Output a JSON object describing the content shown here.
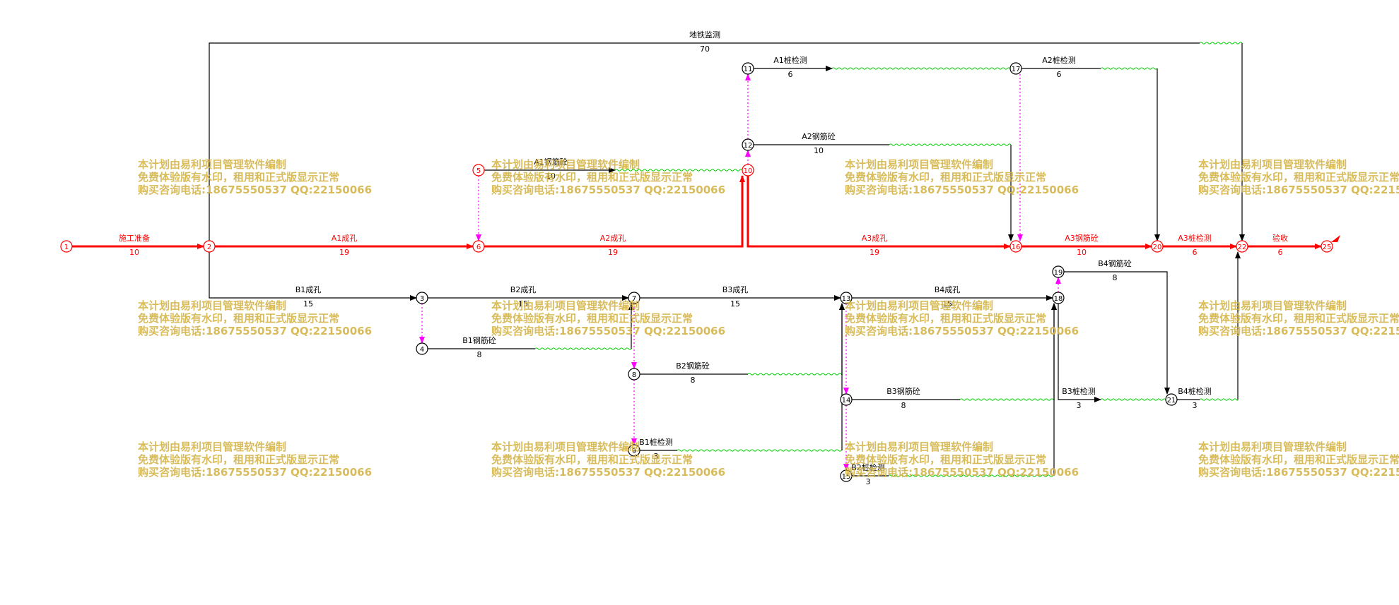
{
  "diagram": {
    "type": "double-code network plan",
    "colors": {
      "critical": "#ff0000",
      "normal": "#000000",
      "dummy": "#ff00ff",
      "float": "#00cc00",
      "watermark": "#d4b54a"
    },
    "nodes": [
      {
        "id": "1",
        "critical": true
      },
      {
        "id": "2",
        "critical": true
      },
      {
        "id": "3"
      },
      {
        "id": "4"
      },
      {
        "id": "5",
        "critical": true
      },
      {
        "id": "6",
        "critical": true
      },
      {
        "id": "7"
      },
      {
        "id": "8"
      },
      {
        "id": "9"
      },
      {
        "id": "10",
        "critical": true
      },
      {
        "id": "11"
      },
      {
        "id": "12"
      },
      {
        "id": "13"
      },
      {
        "id": "14"
      },
      {
        "id": "15"
      },
      {
        "id": "16",
        "critical": true
      },
      {
        "id": "17"
      },
      {
        "id": "18"
      },
      {
        "id": "19"
      },
      {
        "id": "20",
        "critical": true
      },
      {
        "id": "21"
      },
      {
        "id": "22",
        "critical": true
      },
      {
        "id": "25",
        "critical": true
      }
    ],
    "activities": [
      {
        "from": "1",
        "to": "2",
        "name": "施工准备",
        "duration": "10",
        "critical": true
      },
      {
        "from": "2",
        "to": "6",
        "name": "A1成孔",
        "duration": "19",
        "critical": true
      },
      {
        "from": "6",
        "to": "10",
        "name": "A2成孔",
        "duration": "19",
        "critical": true
      },
      {
        "from": "10",
        "to": "16",
        "name": "A3成孔",
        "duration": "19",
        "critical": true
      },
      {
        "from": "16",
        "to": "20",
        "name": "A3钢筋砼",
        "duration": "10",
        "critical": true
      },
      {
        "from": "20",
        "to": "22",
        "name": "A3桩检测",
        "duration": "6",
        "critical": true
      },
      {
        "from": "22",
        "to": "25",
        "name": "验收",
        "duration": "6",
        "critical": true
      },
      {
        "from": "5",
        "to": "10",
        "name": "A1钢筋砼",
        "duration": "10"
      },
      {
        "from": "2",
        "to": "22",
        "name": "地铁监测",
        "duration": "70"
      },
      {
        "from": "11",
        "to": "17",
        "name": "A1桩检测",
        "duration": "6"
      },
      {
        "from": "17",
        "to": "20",
        "name": "A2桩检测",
        "duration": "6"
      },
      {
        "from": "12",
        "to": "16",
        "name": "A2钢筋砼",
        "duration": "10"
      },
      {
        "from": "2",
        "to": "3",
        "name": "B1成孔",
        "duration": "15"
      },
      {
        "from": "3",
        "to": "7",
        "name": "B2成孔",
        "duration": "15"
      },
      {
        "from": "7",
        "to": "13",
        "name": "B3成孔",
        "duration": "15"
      },
      {
        "from": "13",
        "to": "18",
        "name": "B4成孔",
        "duration": "15"
      },
      {
        "from": "4",
        "to": "7",
        "name": "B1钢筋砼",
        "duration": "8"
      },
      {
        "from": "8",
        "to": "13",
        "name": "B2钢筋砼",
        "duration": "8"
      },
      {
        "from": "14",
        "to": "18",
        "name": "B3钢筋砼",
        "duration": "8"
      },
      {
        "from": "19",
        "to": "21",
        "name": "B4钢筋砼",
        "duration": "8"
      },
      {
        "from": "9",
        "to": "13",
        "name": "B1桩检测",
        "duration": "3"
      },
      {
        "from": "15",
        "to": "18",
        "name": "B2桩检测",
        "duration": "3"
      },
      {
        "from": "18",
        "to": "21",
        "name": "B3桩检测",
        "duration": "3"
      },
      {
        "from": "21",
        "to": "22",
        "name": "B4桩检测",
        "duration": "3"
      }
    ],
    "dummies": [
      {
        "from": "5",
        "to": "6"
      },
      {
        "from": "10",
        "to": "12"
      },
      {
        "from": "12",
        "to": "11"
      },
      {
        "from": "17",
        "to": "16"
      },
      {
        "from": "3",
        "to": "4"
      },
      {
        "from": "7",
        "to": "8"
      },
      {
        "from": "8",
        "to": "9"
      },
      {
        "from": "13",
        "to": "14"
      },
      {
        "from": "14",
        "to": "15"
      },
      {
        "from": "18",
        "to": "19"
      }
    ]
  },
  "watermark": {
    "line1": "本计划由易利项目管理软件编制",
    "line2": "免费体验版有水印，租用和正式版显示正常",
    "line3": "购买咨询电话:18675550537 QQ:22150066"
  }
}
